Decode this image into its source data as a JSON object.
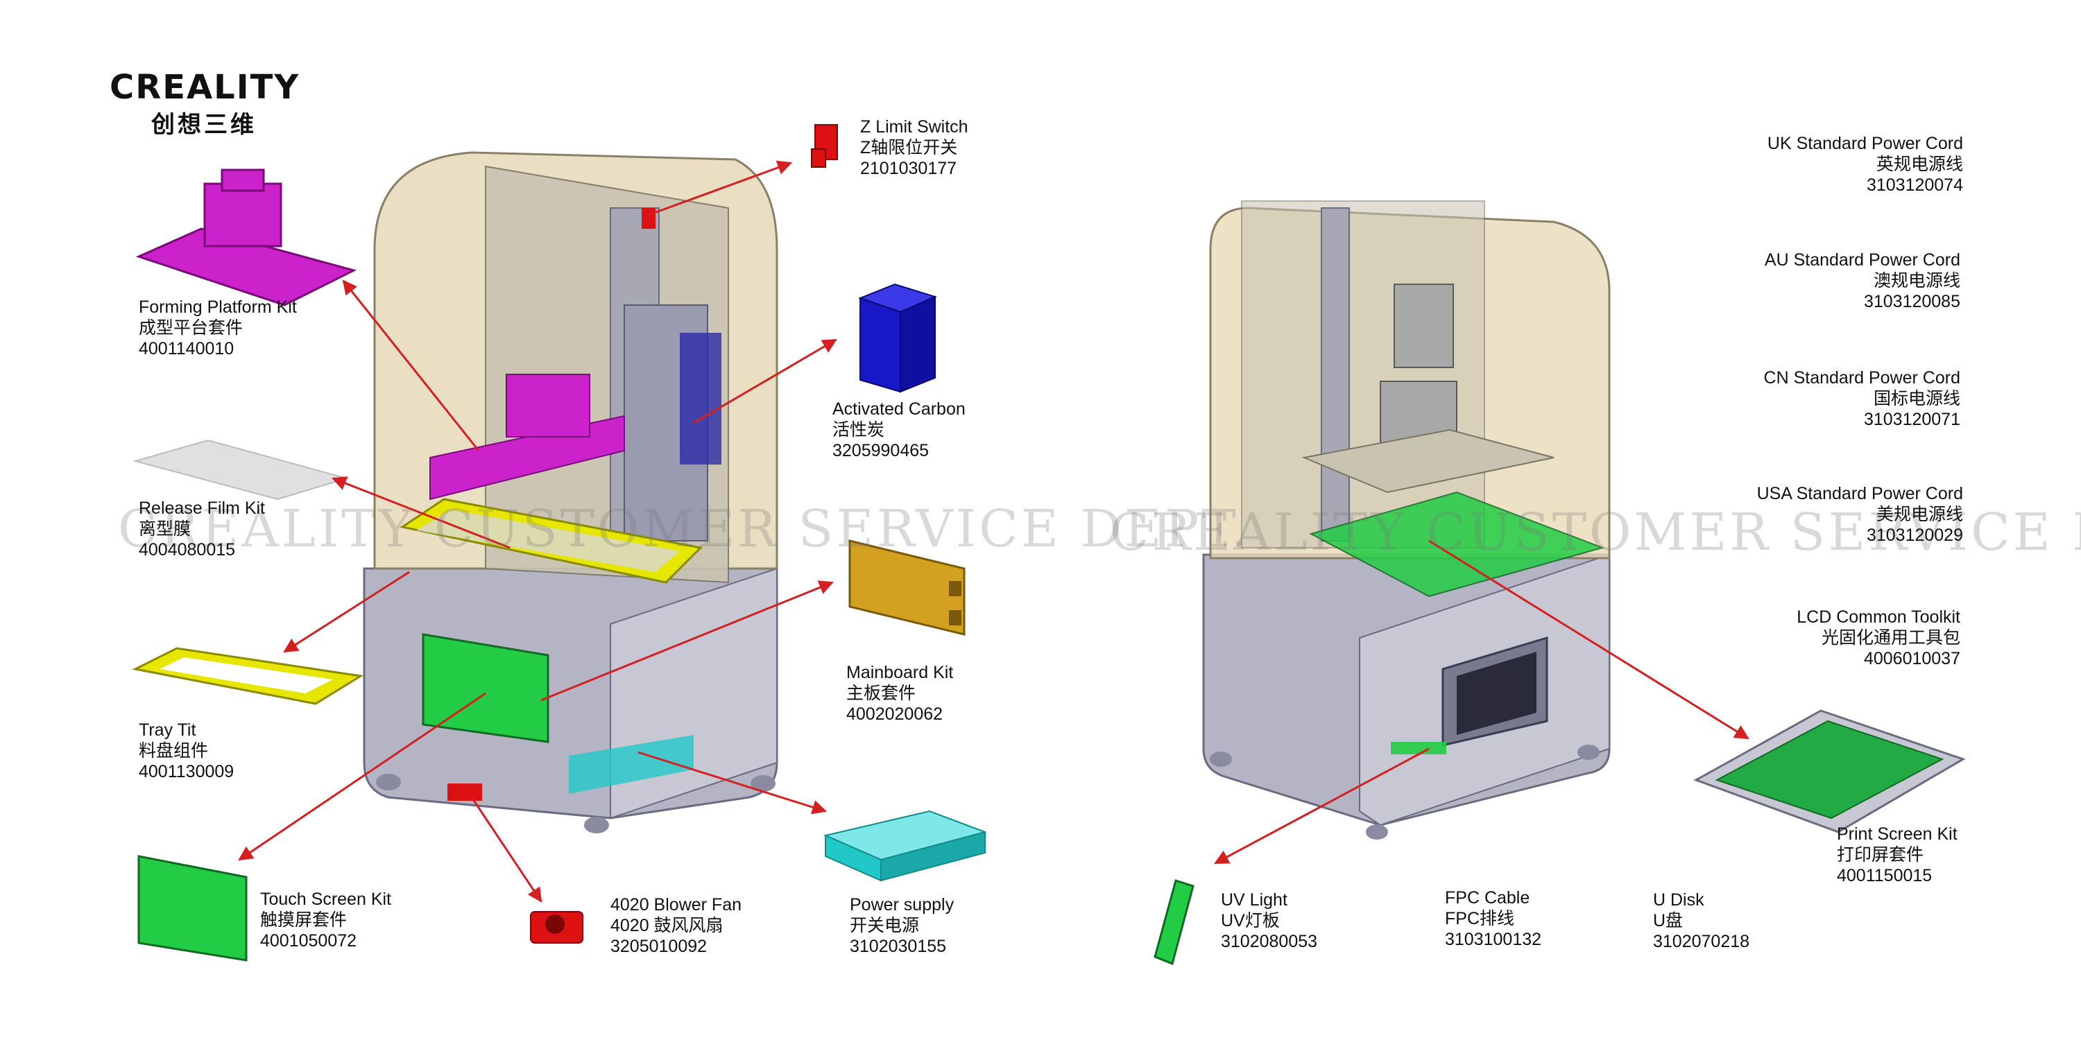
{
  "brand": {
    "name_en": "CREALITY",
    "name_cn": "创想三维"
  },
  "watermark": "CREALITY CUSTOMER SERVICE DEPT.",
  "colors": {
    "arrow": "#d42020",
    "housing": "#e8d9b8",
    "frame": "#aaaab8",
    "platform": "#cc22cc",
    "vat": "#e6e600",
    "screen": "#22cc44",
    "carbon": "#1818c8",
    "mainboard": "#d4a020",
    "power": "#22c8c8",
    "red_part": "#dd1111"
  },
  "parts": [
    {
      "id": "z-limit-switch",
      "name": "Z Limit Switch",
      "name_cn": "Z轴限位开关",
      "code": "2101030177"
    },
    {
      "id": "forming-platform-kit",
      "name": "Forming Platform Kit",
      "name_cn": "成型平台套件",
      "code": "4001140010"
    },
    {
      "id": "activated-carbon",
      "name": "Activated Carbon",
      "name_cn": "活性炭",
      "code": "3205990465"
    },
    {
      "id": "release-film-kit",
      "name": "Release Film Kit",
      "name_cn": "离型膜",
      "code": "4004080015"
    },
    {
      "id": "mainboard-kit",
      "name": "Mainboard Kit",
      "name_cn": "主板套件",
      "code": "4002020062"
    },
    {
      "id": "tray-tit",
      "name": "Tray Tit",
      "name_cn": "料盘组件",
      "code": "4001130009"
    },
    {
      "id": "touch-screen-kit",
      "name": "Touch Screen Kit",
      "name_cn": "触摸屏套件",
      "code": "4001050072"
    },
    {
      "id": "blower-fan",
      "name": "4020 Blower Fan",
      "name_cn": "4020 鼓风风扇",
      "code": "3205010092"
    },
    {
      "id": "power-supply",
      "name": "Power supply",
      "name_cn": "开关电源",
      "code": "3102030155"
    },
    {
      "id": "uk-power-cord",
      "name": "UK Standard Power Cord",
      "name_cn": "英规电源线",
      "code": "3103120074"
    },
    {
      "id": "au-power-cord",
      "name": "AU Standard Power Cord",
      "name_cn": "澳规电源线",
      "code": "3103120085"
    },
    {
      "id": "cn-power-cord",
      "name": "CN Standard Power Cord",
      "name_cn": "国标电源线",
      "code": "3103120071"
    },
    {
      "id": "usa-power-cord",
      "name": "USA Standard Power Cord",
      "name_cn": "美规电源线",
      "code": "3103120029"
    },
    {
      "id": "lcd-toolkit",
      "name": "LCD Common Toolkit",
      "name_cn": "光固化通用工具包",
      "code": "4006010037"
    },
    {
      "id": "print-screen-kit",
      "name": "Print Screen Kit",
      "name_cn": "打印屏套件",
      "code": "4001150015"
    },
    {
      "id": "uv-light",
      "name": "UV Light",
      "name_cn": "UV灯板",
      "code": "3102080053"
    },
    {
      "id": "fpc-cable",
      "name": "FPC Cable",
      "name_cn": "FPC排线",
      "code": "3103100132"
    },
    {
      "id": "u-disk",
      "name": "U Disk",
      "name_cn": "U盘",
      "code": "3102070218"
    }
  ]
}
